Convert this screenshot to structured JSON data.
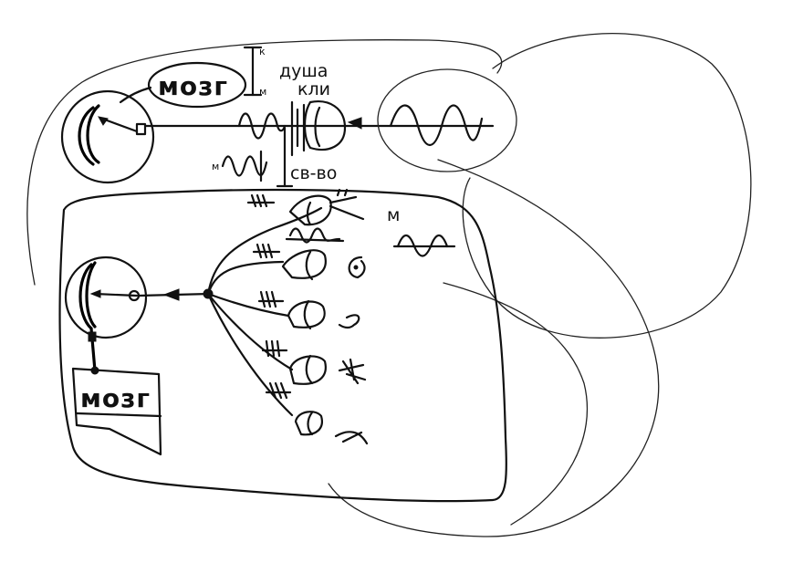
{
  "labels": {
    "brain_top": "мозг",
    "brain_bottom": "мозг",
    "soul": "душа",
    "kli": "кли",
    "sv_vo": "св-во",
    "k_mark": "к",
    "m_mark": "м",
    "m_right": "м"
  }
}
